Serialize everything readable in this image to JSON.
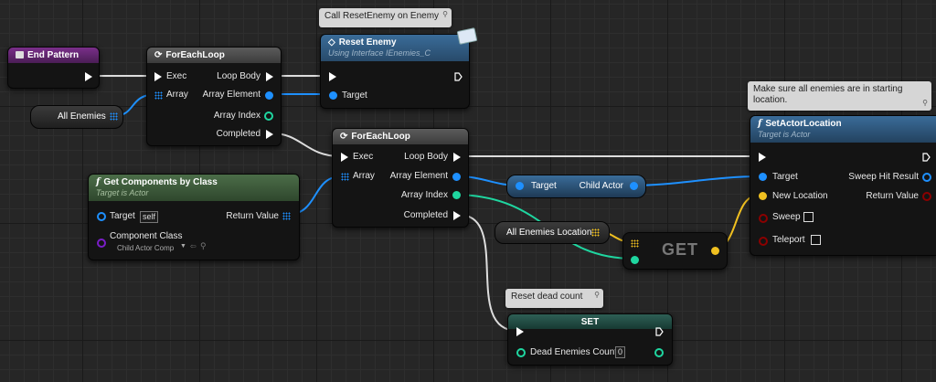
{
  "colors": {
    "exec": "#ffffff",
    "object": "#1e90ff",
    "int": "#1fd6a0",
    "vector": "#f0c020",
    "bool": "#8b0000",
    "class": "#7a1ec8"
  },
  "end_pattern": {
    "title": "End Pattern"
  },
  "all_enemies_var": {
    "label": "All Enemies"
  },
  "foreach1": {
    "title": "ForEachLoop",
    "exec": "Exec",
    "array": "Array",
    "loop_body": "Loop Body",
    "array_element": "Array Element",
    "array_index": "Array Index",
    "completed": "Completed"
  },
  "comment_reset": {
    "text": "Call ResetEnemy on Enemy"
  },
  "reset_enemy": {
    "title": "Reset Enemy",
    "subtitle": "Using Interface IEnemies_C",
    "target": "Target"
  },
  "foreach2": {
    "title": "ForEachLoop",
    "exec": "Exec",
    "array": "Array",
    "loop_body": "Loop Body",
    "array_element": "Array Element",
    "array_index": "Array Index",
    "completed": "Completed"
  },
  "get_components": {
    "title": "Get Components by Class",
    "subtitle": "Target is Actor",
    "target": "Target",
    "self_value": "self",
    "return_value": "Return Value",
    "component_class": "Component Class",
    "component_class_value": "Child Actor Comp"
  },
  "child_actor": {
    "target": "Target",
    "output": "Child Actor"
  },
  "all_enemies_location": {
    "label": "All Enemies Location"
  },
  "get_node": {
    "title": "GET"
  },
  "comment_location": {
    "line1": "Make sure all enemies are in starting",
    "line2": "location."
  },
  "set_actor_location": {
    "title": "SetActorLocation",
    "subtitle": "Target is Actor",
    "target": "Target",
    "new_location": "New Location",
    "sweep": "Sweep",
    "teleport": "Teleport",
    "sweep_hit": "Sweep Hit Result",
    "return_value": "Return Value"
  },
  "comment_dead": {
    "text": "Reset dead count"
  },
  "set_node": {
    "title": "SET",
    "variable": "Dead Enemies Count",
    "value": "0"
  }
}
